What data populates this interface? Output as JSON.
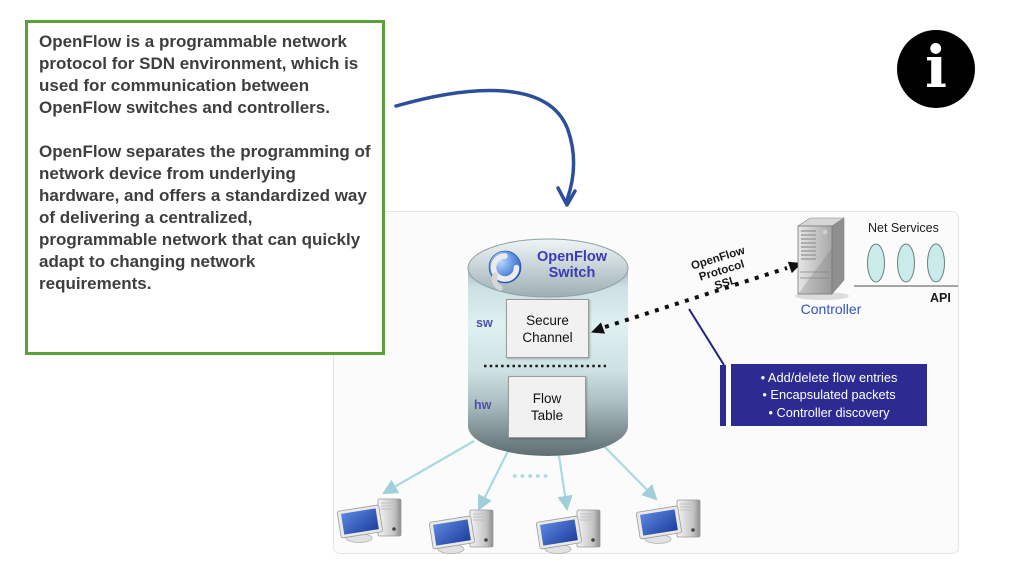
{
  "info_box": {
    "paragraph1": "OpenFlow is a programmable network protocol for SDN environment, which is used for communication between OpenFlow switches and controllers.",
    "paragraph2": "OpenFlow separates the programming of network device from underlying hardware, and offers a standardized way of delivering a centralized, programmable network that can quickly adapt to changing network requirements.",
    "border_color": "#5ca03e"
  },
  "info_icon": {
    "glyph": "i"
  },
  "diagram": {
    "switch": {
      "title_line1": "OpenFlow",
      "title_line2": "Switch",
      "sw_label": "sw",
      "hw_label": "hw",
      "secure_channel_line1": "Secure",
      "secure_channel_line2": "Channel",
      "flow_table_line1": "Flow",
      "flow_table_line2": "Table"
    },
    "protocol_label": {
      "line1": "OpenFlow",
      "line2": "Protocol",
      "line3": "SSL"
    },
    "controller": {
      "label": "Controller",
      "net_services": "Net Services",
      "api": "API"
    },
    "flow_actions": {
      "items": [
        "• Add/delete flow entries",
        "• Encapsulated packets",
        "• Controller discovery"
      ]
    }
  },
  "colors": {
    "box_border_green": "#5ca03e",
    "pointer_arrow_blue": "#2d4f9b",
    "navy_panel": "#2b2b92",
    "cyan_arrow": "#a9d9e2",
    "switch_text_blue": "#3b3bb5",
    "controller_text_blue": "#3353c4"
  }
}
